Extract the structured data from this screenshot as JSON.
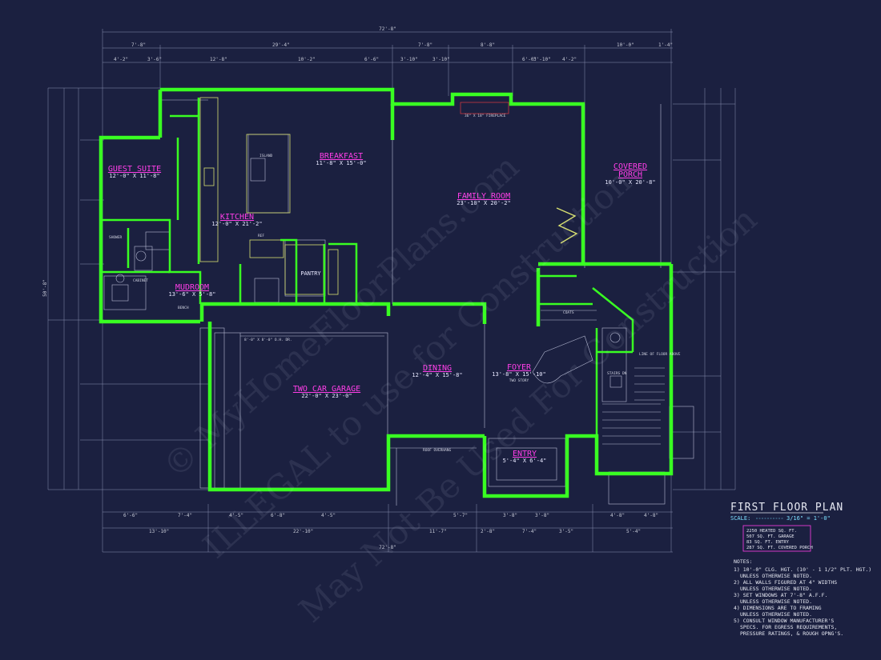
{
  "plan": {
    "title": "FIRST FLOOR PLAN",
    "scale_label": "SCALE:",
    "scale_value": "3/16\" = 1'-0\"",
    "areas": [
      "2250 HEATED SQ. FT.",
      "507 SQ. FT. GARAGE",
      "83 SQ. FT. ENTRY",
      "287 SQ. FT. COVERED PORCH"
    ],
    "notes_title": "NOTES:",
    "notes": [
      "1) 10'-0\" CLG. HGT. (10' - 1 1/2\" PLT. HGT.)",
      "UNLESS OTHERWISE NOTED.",
      "2) ALL WALLS FIGURED AT 4\" WIDTHS",
      "UNLESS OTHERWISE NOTED.",
      "3) SET WINDOWS AT 7'-8\" A.F.F.",
      "UNLESS OTHERWISE NOTED.",
      "4) DIMENSIONS ARE TO FRAMING",
      "UNLESS OTHERWISE NOTED.",
      "5) CONSULT WINDOW MANUFACTURER'S",
      "SPECS. FOR EGRESS REQUIREMENTS,",
      "PRESSURE RATINGS, & ROUGH OPNG'S."
    ]
  },
  "rooms": [
    {
      "name": "GUEST SUITE",
      "size": "12'-0\" X 11'-8\""
    },
    {
      "name": "BREAKFAST",
      "size": "11'-8\" X 15'-0\""
    },
    {
      "name": "FAMILY ROOM",
      "size": "23'-10\" X 20'-2\""
    },
    {
      "name": "COVERED",
      "size": "10'-0\" X 20'-8\"",
      "name2": "PORCH"
    },
    {
      "name": "KITCHEN",
      "size": "12'-0\" X 21'-2\""
    },
    {
      "name": "MUDROOM",
      "size": "13'-6\" X 5'-8\""
    },
    {
      "name": "PANTRY",
      "size": ""
    },
    {
      "name": "TWO CAR GARAGE",
      "size": "22'-0\" X 23'-0\""
    },
    {
      "name": "DINING",
      "size": "12'-4\" X 15'-8\""
    },
    {
      "name": "FOYER",
      "size": "13'-8\" X 15'-10\"",
      "note": "TWO STORY"
    },
    {
      "name": "ENTRY",
      "size": "5'-4\" X 6'-4\""
    }
  ],
  "labels": {
    "overall_top": "72'-8\"",
    "overall_bottom": "72'-8\"",
    "overall_left": "50'-8\"",
    "fireplace": "36\" X 18\" FIREPLACE",
    "garage_door": "8'-0\" X 8'-0\" O.H. DR.",
    "roof_overhang": "ROOF OVERHANG",
    "stairs": "STAIRS DN",
    "coats": "COATS",
    "bench": "BENCH",
    "cabinet": "CABINET",
    "shower": "SHOWER",
    "island": "ISLAND",
    "ref": "REF",
    "floor_above": "LINE OF FLOOR ABOVE"
  },
  "dims_top_1": [
    "7'-8\"",
    "29'-4\"",
    "7'-8\"",
    "8'-8\"",
    "10'-0\"",
    "1'-4\""
  ],
  "dims_top_2": [
    "4'-2\"",
    "3'-6\"",
    "12'-8\"",
    "10'-2\"",
    "6'-6\"",
    "3'-10\"",
    "3'-10\"",
    "6'-0\"",
    "3'-10\"",
    "4'-2\""
  ],
  "dims_bottom_1": [
    "6'-6\"",
    "7'-4\"",
    "4'-5\"",
    "6'-8\"",
    "4'-5\"",
    "5'-7\"",
    "3'-8\"",
    "3'-8\"",
    "4'-8\"",
    "4'-8\""
  ],
  "dims_bottom_2": [
    "13'-10\"",
    "22'-10\"",
    "11'-7\"",
    "2'-8\"",
    "7'-4\"",
    "3'-5\"",
    "5'-4\""
  ],
  "watermark": [
    "© MyHomeFloorPlans.com",
    "ILLEGAL to use for Construction",
    "May Not Be Used For Construction"
  ]
}
